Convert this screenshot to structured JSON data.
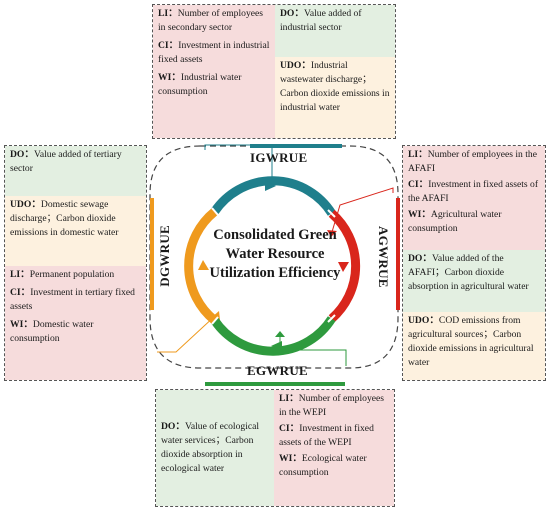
{
  "center": {
    "line1": "Consolidated Green",
    "line2": "Water Resource",
    "line3": "Utilization Efficiency"
  },
  "sections": {
    "igwrue": {
      "label": "IGWRUE",
      "li_key": "LI：",
      "li_text": "Number of employees in secondary sector",
      "ci_key": "CI：",
      "ci_text": "Investment in industrial fixed assets",
      "wi_key": "WI：",
      "wi_text": "Industrial water consumption",
      "do_key": "DO：",
      "do_text": "Value added of industrial sector",
      "udo_key": "UDO：",
      "udo_text": "Industrial wastewater discharge；Carbon dioxide emissions in industrial water"
    },
    "dgwrue": {
      "label": "DGWRUE",
      "do_key": "DO：",
      "do_text": "Value added of tertiary sector",
      "udo_key": "UDO：",
      "udo_text": "Domestic sewage discharge；Carbon dioxide emissions in domestic water",
      "li_key": "LI：",
      "li_text": "Permanent population",
      "ci_key": "CI：",
      "ci_text": "Investment in tertiary fixed assets",
      "wi_key": "WI：",
      "wi_text": "Domestic water consumption"
    },
    "agwrue": {
      "label": "AGWRUE",
      "li_key": "LI：",
      "li_text": "Number of employees in the AFAFI",
      "ci_key": "CI：",
      "ci_text": "Investment in fixed assets of the AFAFI",
      "wi_key": "WI：",
      "wi_text": "Agricultural water consumption",
      "do_key": "DO：",
      "do_text": "Value added of the AFAFI；Carbon dioxide absorption in agricultural water",
      "udo_key": "UDO：",
      "udo_text": "COD emissions from agricultural sources；Carbon dioxide emissions in agricultural water"
    },
    "egwrue": {
      "label": "EGWRUE",
      "do_key": "DO：",
      "do_text": "Value of ecological water services；Carbon dioxide absorption in ecological water",
      "li_key": "LI：",
      "li_text": "Number of employees in the WEPI",
      "ci_key": "CI：",
      "ci_text": "Investment in fixed assets of the WEPI",
      "wi_key": "WI：",
      "wi_text": "Ecological water consumption"
    }
  },
  "colors": {
    "igwrue": "#1f7f8c",
    "agwrue": "#d9261c",
    "egwrue": "#2e9a3e",
    "dgwrue": "#ef9a1e",
    "red_cell": "#f6dcdc",
    "green_cell": "#e3efe1",
    "orange_cell": "#fdf1df"
  }
}
